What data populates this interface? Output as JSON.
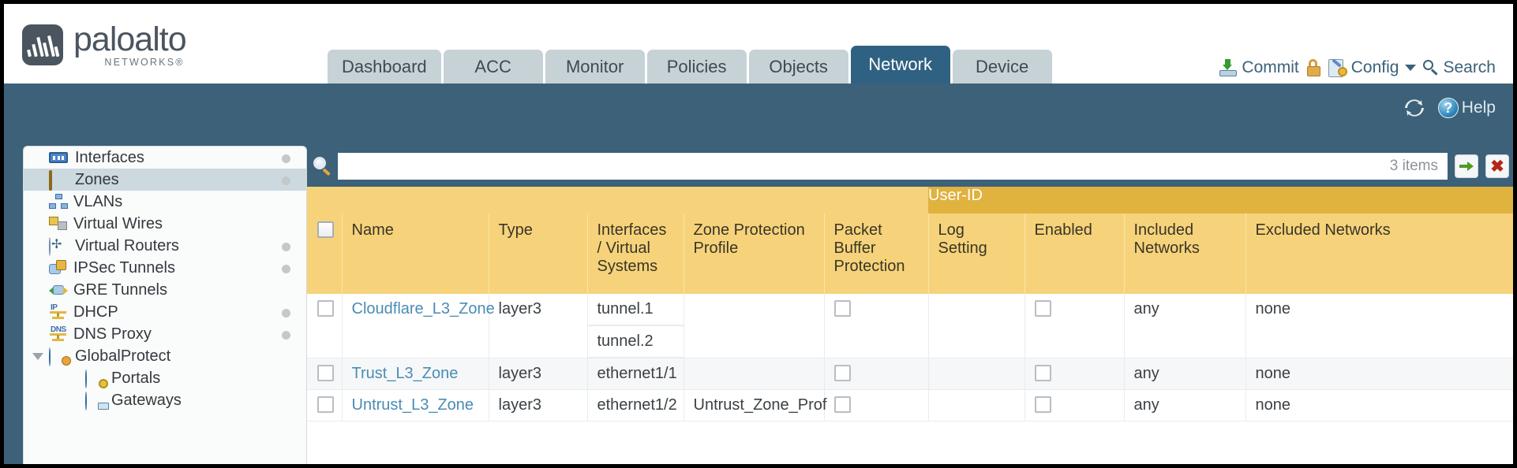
{
  "brand": {
    "name": "paloalto",
    "tagline": "NETWORKS®",
    "logo_icon": "paloalto-logo-icon"
  },
  "tabs": [
    {
      "label": "Dashboard",
      "active": false
    },
    {
      "label": "ACC",
      "active": false
    },
    {
      "label": "Monitor",
      "active": false
    },
    {
      "label": "Policies",
      "active": false
    },
    {
      "label": "Objects",
      "active": false
    },
    {
      "label": "Network",
      "active": true
    },
    {
      "label": "Device",
      "active": false
    }
  ],
  "topactions": {
    "commit_label": "Commit",
    "commit_icon": "commit-icon",
    "lock_icon": "lock-icon",
    "config_label": "Config",
    "config_icon": "config-wrench-icon",
    "config_caret_icon": "chevron-down-icon",
    "search_label": "Search",
    "search_icon": "search-icon"
  },
  "subbar": {
    "refresh_icon": "refresh-icon",
    "help_label": "Help",
    "help_icon": "help-question-icon"
  },
  "sidebar": {
    "items": [
      {
        "label": "Interfaces",
        "icon": "interfaces-icon",
        "selected": false,
        "dot": true,
        "child": false,
        "twisty": false
      },
      {
        "label": "Zones",
        "icon": "zones-icon",
        "selected": true,
        "dot": true,
        "child": false,
        "twisty": false
      },
      {
        "label": "VLANs",
        "icon": "vlans-icon",
        "selected": false,
        "dot": false,
        "child": false,
        "twisty": false
      },
      {
        "label": "Virtual Wires",
        "icon": "virtual-wires-icon",
        "selected": false,
        "dot": false,
        "child": false,
        "twisty": false
      },
      {
        "label": "Virtual Routers",
        "icon": "virtual-routers-icon",
        "selected": false,
        "dot": true,
        "child": false,
        "twisty": false
      },
      {
        "label": "IPSec Tunnels",
        "icon": "ipsec-tunnels-icon",
        "selected": false,
        "dot": true,
        "child": false,
        "twisty": false
      },
      {
        "label": "GRE Tunnels",
        "icon": "gre-tunnels-icon",
        "selected": false,
        "dot": false,
        "child": false,
        "twisty": false
      },
      {
        "label": "DHCP",
        "icon": "dhcp-icon",
        "selected": false,
        "dot": true,
        "child": false,
        "twisty": false
      },
      {
        "label": "DNS Proxy",
        "icon": "dns-proxy-icon",
        "selected": false,
        "dot": true,
        "child": false,
        "twisty": false
      },
      {
        "label": "GlobalProtect",
        "icon": "globalprotect-icon",
        "selected": false,
        "dot": false,
        "child": false,
        "twisty": true
      },
      {
        "label": "Portals",
        "icon": "portals-icon",
        "selected": false,
        "dot": false,
        "child": true,
        "twisty": false
      },
      {
        "label": "Gateways",
        "icon": "gateways-icon",
        "selected": false,
        "dot": false,
        "child": true,
        "twisty": false
      }
    ]
  },
  "filterbar": {
    "search_icon": "filter-search-icon",
    "value": "",
    "placeholder": "",
    "items_count": "3 items",
    "apply_icon": "apply-filter-arrow-icon",
    "clear_icon": "clear-filter-x-icon"
  },
  "table": {
    "group_header": "User-ID",
    "columns": [
      "Name",
      "Type",
      "Interfaces / Virtual Systems",
      "Zone Protection Profile",
      "Packet Buffer Protection",
      "Log Setting",
      "Enabled",
      "Included Networks",
      "Excluded Networks"
    ],
    "rows": [
      {
        "selected": false,
        "name": "Cloudflare_L3_Zone",
        "type": "layer3",
        "interfaces": [
          "tunnel.1",
          "tunnel.2"
        ],
        "zone_protection_profile": "",
        "packet_buffer_protection": false,
        "log_setting": "",
        "userid_enabled": false,
        "included_networks": "any",
        "excluded_networks": "none"
      },
      {
        "selected": false,
        "name": "Trust_L3_Zone",
        "type": "layer3",
        "interfaces": [
          "ethernet1/1"
        ],
        "zone_protection_profile": "",
        "packet_buffer_protection": false,
        "log_setting": "",
        "userid_enabled": false,
        "included_networks": "any",
        "excluded_networks": "none"
      },
      {
        "selected": false,
        "name": "Untrust_L3_Zone",
        "type": "layer3",
        "interfaces": [
          "ethernet1/2"
        ],
        "zone_protection_profile": "Untrust_Zone_Prof",
        "packet_buffer_protection": false,
        "log_setting": "",
        "userid_enabled": false,
        "included_networks": "any",
        "excluded_networks": "none"
      }
    ]
  },
  "colors": {
    "header_blue": "#3c6179",
    "tab_active": "#2f6182",
    "tab_inactive": "#c6d2d6",
    "table_header_gold": "#f6d37a",
    "group_header_gold": "#e0b23e",
    "link_blue": "#4a8cb5"
  }
}
